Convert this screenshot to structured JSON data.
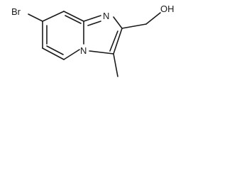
{
  "structure": {
    "atoms": {
      "bromine": "Br",
      "imidazole_nitrogen": "N",
      "bridgehead_nitrogen": "N",
      "hydroxyl": "OH"
    }
  }
}
